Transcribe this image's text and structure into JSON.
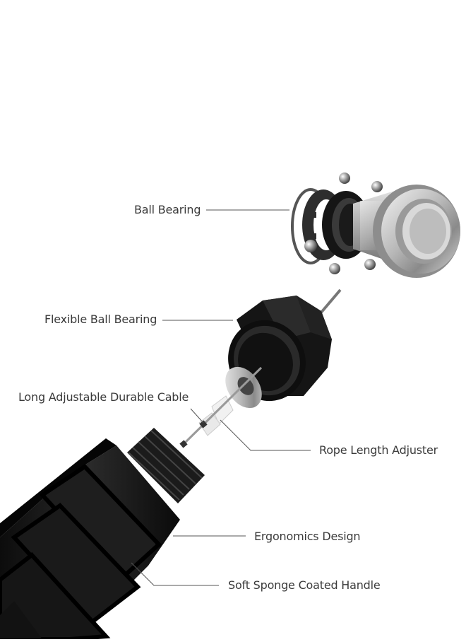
{
  "labels": {
    "ball_bearing": "Ball Bearing",
    "flexible_ball_bearing": "Flexible Ball Bearing",
    "long_adjustable_cable": "Long Adjustable Durable Cable",
    "rope_length_adjuster": "Rope Length Adjuster",
    "ergonomics_design": "Ergonomics Design",
    "soft_sponge_handle": "Soft Sponge Coated Handle"
  }
}
